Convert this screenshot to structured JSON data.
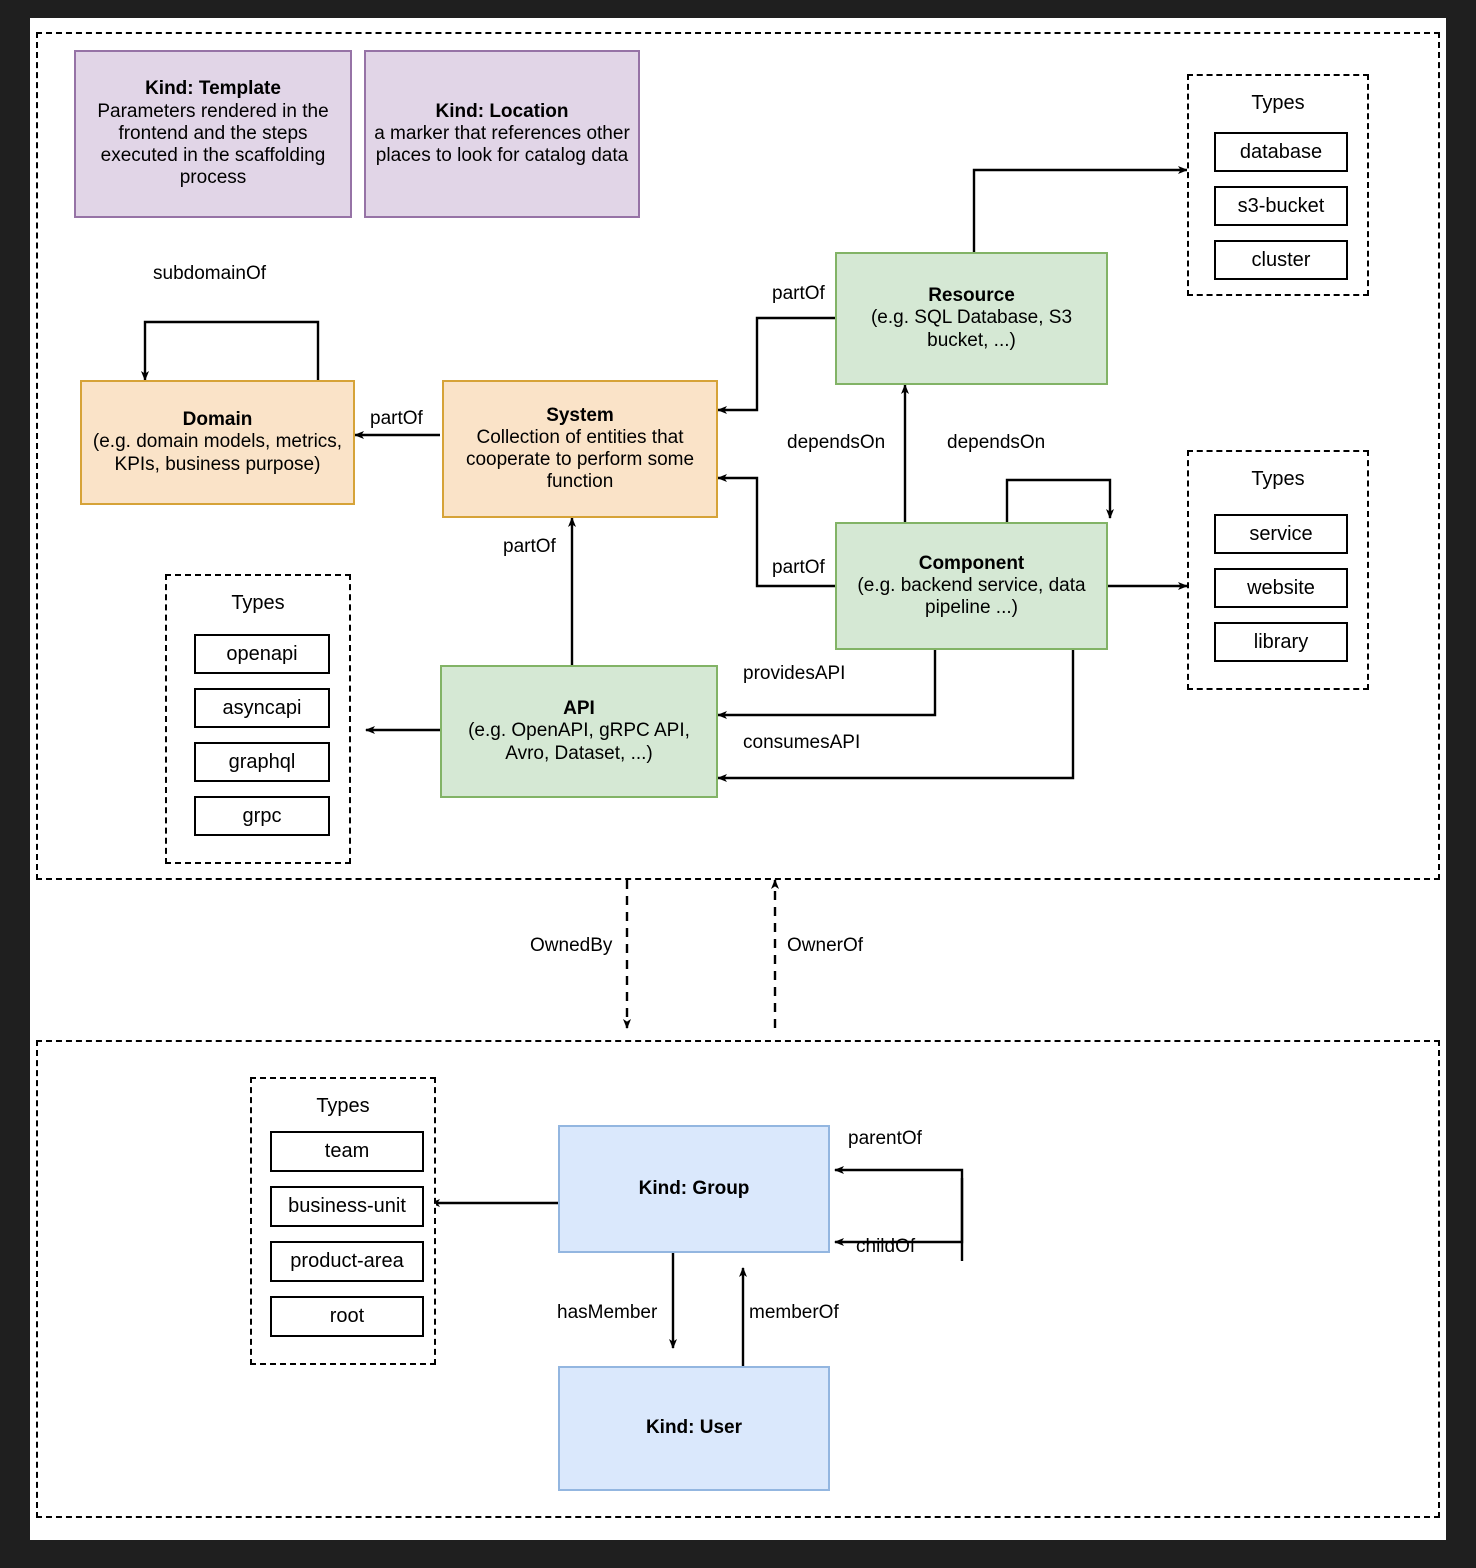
{
  "diagram": {
    "title": "Backstage software catalog entity model",
    "colors": {
      "purple_fill": "#e1d5e7",
      "purple_stroke": "#9673a6",
      "orange_fill": "#fae3c8",
      "orange_stroke": "#d6a338",
      "green_fill": "#d5e8d4",
      "green_stroke": "#82b366",
      "blue_fill": "#dae8fc",
      "blue_stroke": "#93b6e0",
      "line": "#000000",
      "canvas": "#ffffff",
      "page_background": "#1f1f1f"
    }
  },
  "top_section": {
    "kind_template": {
      "title": "Kind: Template",
      "description": "Parameters rendered in the frontend and the steps executed in  the scaffolding process"
    },
    "kind_location": {
      "title": "Kind: Location",
      "description": "a marker that references other places to look for catalog data"
    },
    "domain": {
      "title": "Domain",
      "description": "(e.g.  domain models, metrics, KPIs, business purpose)"
    },
    "system": {
      "title": "System",
      "description": "Collection of entities that cooperate to perform some function"
    },
    "resource": {
      "title": "Resource",
      "description": "(e.g. SQL Database, S3 bucket, ...)"
    },
    "component": {
      "title": "Component",
      "description": "(e.g. backend service, data pipeline ...)"
    },
    "api": {
      "title": "API",
      "description": "(e.g. OpenAPI, gRPC API, Avro, Dataset, ...)"
    },
    "types_resource": {
      "title": "Types",
      "items": [
        "database",
        "s3-bucket",
        "cluster"
      ]
    },
    "types_component": {
      "title": "Types",
      "items": [
        "service",
        "website",
        "library"
      ]
    },
    "types_api": {
      "title": "Types",
      "items": [
        "openapi",
        "asyncapi",
        "graphql",
        "grpc"
      ]
    },
    "edges": {
      "subdomain_of": "subdomainOf",
      "part_of_domain": "partOf",
      "part_of_resource": "partOf",
      "part_of_component": "partOf",
      "part_of_api": "partOf",
      "depends_on_resource": "dependsOn",
      "depends_on_self": "dependsOn",
      "provides_api": "providesAPI",
      "consumes_api": "consumesAPI"
    }
  },
  "middle_edges": {
    "owned_by": "OwnedBy",
    "owner_of": "OwnerOf"
  },
  "bottom_section": {
    "group": {
      "title": "Kind: Group"
    },
    "user": {
      "title": "Kind: User"
    },
    "types_group": {
      "title": "Types",
      "items": [
        "team",
        "business-unit",
        "product-area",
        "root"
      ]
    },
    "edges": {
      "parent_of": "parentOf",
      "child_of": "childOf",
      "has_member": "hasMember",
      "member_of": "memberOf"
    }
  }
}
